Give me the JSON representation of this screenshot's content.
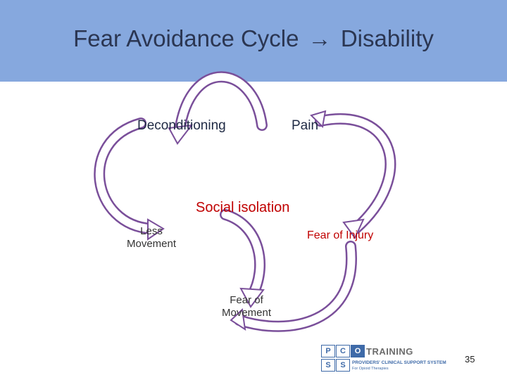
{
  "slide": {
    "title_left": "Fear Avoidance Cycle",
    "title_arrow": "→",
    "title_right": "Disability",
    "page_number": "35"
  },
  "cycle": {
    "labels": {
      "deconditioning": "Deconditioning",
      "pain": "Pain",
      "social_isolation": "Social isolation",
      "fear_of_injury": "Fear of Injury",
      "less_movement": "Less\nMovement",
      "fear_of_movement": "Fear of\nMovement"
    }
  },
  "logo": {
    "boxes": [
      "P",
      "C",
      "O",
      "S",
      "S"
    ],
    "brand": "TRAINING",
    "line1": "PROVIDERS' CLINICAL SUPPORT SYSTEM",
    "line2": "For Opioid Therapies"
  },
  "colors": {
    "header": "#86a8de",
    "arrow_stroke": "#7a4f9a",
    "accent_text": "#c00000"
  }
}
